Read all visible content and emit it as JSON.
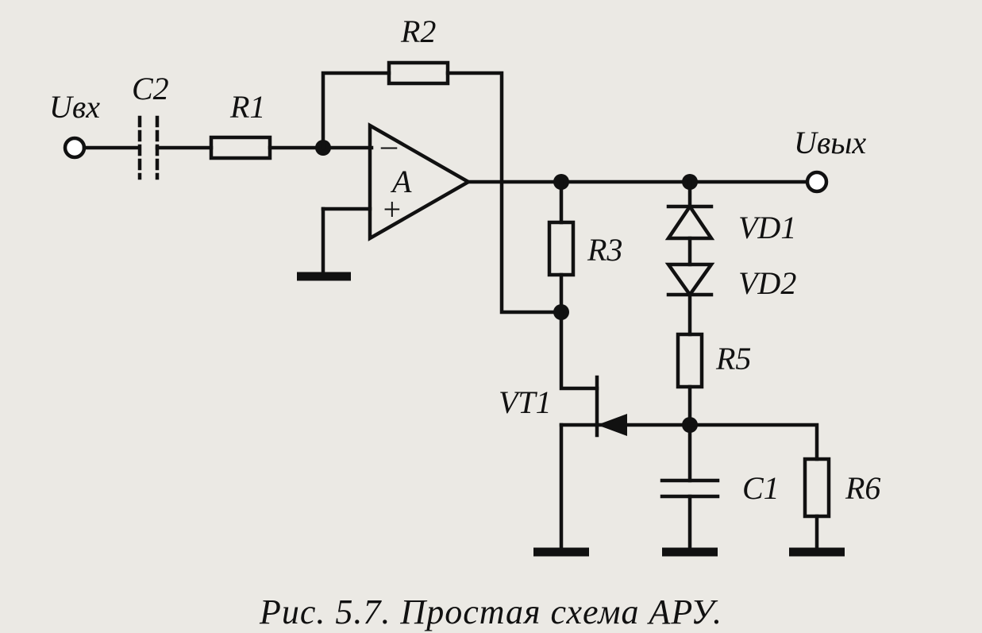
{
  "labels": {
    "input": "Uвх",
    "output": "Uвых",
    "amp": "A",
    "minus": "–",
    "plus": "+",
    "R1": "R1",
    "R2": "R2",
    "R3": "R3",
    "R5": "R5",
    "R6": "R6",
    "C1": "C1",
    "C2": "C2",
    "VD1": "VD1",
    "VD2": "VD2",
    "VT1": "VT1"
  },
  "caption": "Рис. 5.7. Простая схема АРУ."
}
